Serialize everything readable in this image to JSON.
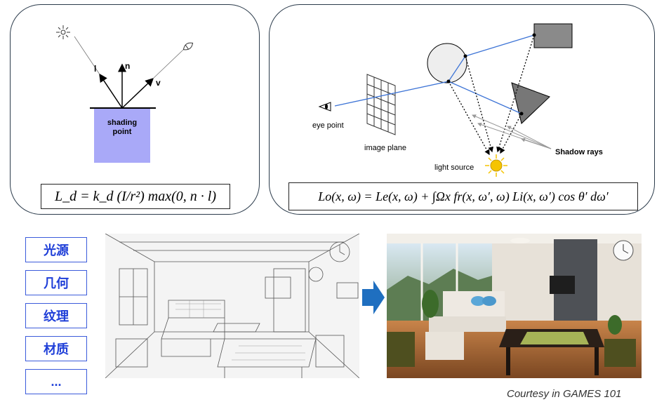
{
  "left_panel": {
    "shading_label_1": "shading",
    "shading_label_2": "point",
    "vec_l": "l",
    "vec_n": "n",
    "vec_v": "v",
    "formula": "L_d = k_d (I/r²) max(0, n · l)",
    "colors": {
      "shading_box": "#a9a9f8"
    }
  },
  "right_panel": {
    "eye_label": "eye point",
    "image_plane_label": "image plane",
    "light_label": "light source",
    "shadow_label": "Shadow rays",
    "formula": "Lo(x, ω) = Le(x, ω) + ∫Ωx fr(x, ω′, ω) Li(x, ω′) cos θ′ dω′",
    "colors": {
      "ray": "#3d74d6",
      "sphere": "#eeeeee",
      "box": "#8a8a8a",
      "triangle": "#777777",
      "sun": "#f5c400"
    }
  },
  "tags": [
    "光源",
    "几何",
    "纹理",
    "材质",
    "..."
  ],
  "credit": "Courtesy in GAMES 101",
  "arrow_color": "#1f6fc0"
}
